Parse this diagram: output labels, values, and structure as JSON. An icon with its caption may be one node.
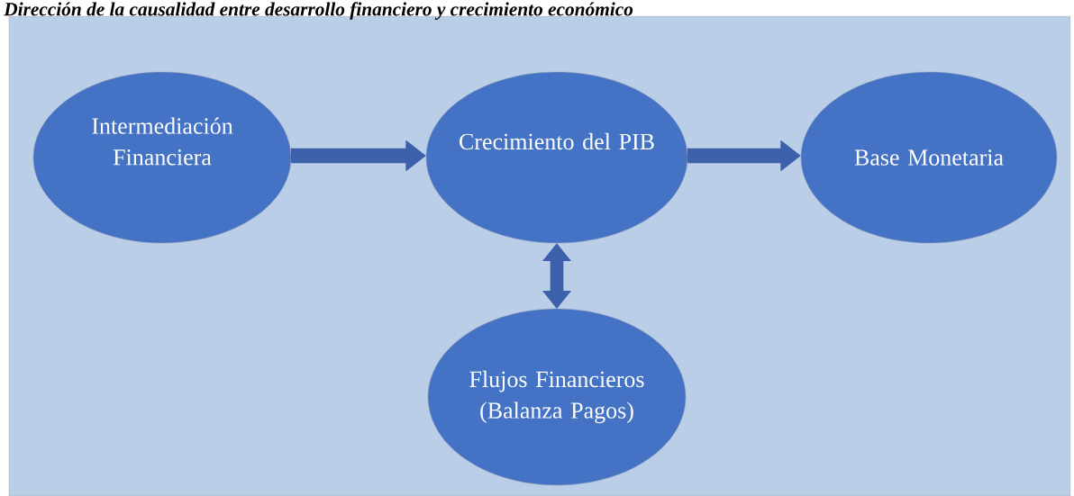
{
  "diagram": {
    "title": "Dirección de la causalidad entre desarrollo financiero y crecimiento económico",
    "nodes": [
      {
        "text": [
          "Intermediación Financiera"
        ]
      },
      {
        "text": [
          "Crecimiento del PIB"
        ]
      },
      {
        "text": [
          "Base Monetaria"
        ]
      },
      {
        "text": [
          "Flujos Financieros (Balanza Pagos)"
        ]
      }
    ],
    "edges": [
      {
        "from": 0,
        "to": 1,
        "arrow": "to"
      },
      {
        "from": 1,
        "to": 2,
        "arrow": "to"
      },
      {
        "from": 1,
        "to": 3,
        "arrow": "both"
      }
    ]
  }
}
